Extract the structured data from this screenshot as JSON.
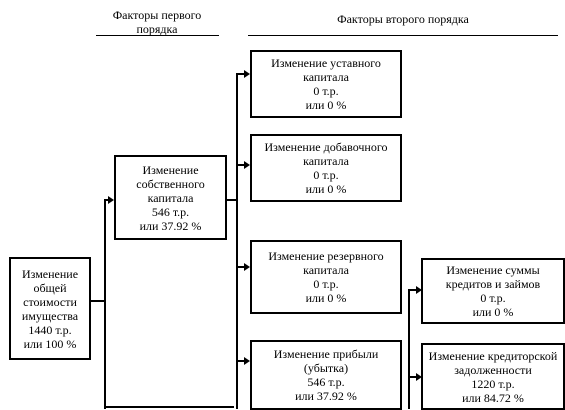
{
  "headers": {
    "first_order": [
      "Факторы первого",
      "порядка"
    ],
    "second_order": "Факторы второго порядка"
  },
  "root": {
    "lines": [
      "Изменение",
      "общей",
      "стоимости",
      "имущества",
      "1440 т.р.",
      "или 100 %"
    ]
  },
  "level1": {
    "equity": {
      "lines": [
        "Изменение",
        "собственного",
        "капитала",
        "546 т.р.",
        "или 37.92 %"
      ]
    }
  },
  "level2": {
    "charter_capital": {
      "lines": [
        "Изменение уставного",
        "капитала",
        "0 т.р.",
        "или 0 %"
      ]
    },
    "additional_capital": {
      "lines": [
        "Изменение добавочного",
        "капитала",
        "0 т.р.",
        "или 0 %"
      ]
    },
    "reserve_capital": {
      "lines": [
        "Изменение резервного",
        "капитала",
        "0 т.р.",
        "или 0 %"
      ]
    },
    "profit": {
      "lines": [
        "Изменение прибыли",
        "(убытка)",
        "546 т.р.",
        "или 37.92 %"
      ]
    },
    "loans": {
      "lines": [
        "Изменение суммы",
        "кредитов и займов",
        "0 т.р.",
        "или 0 %"
      ]
    },
    "payables": {
      "lines": [
        "Изменение кредиторской",
        "задолженности",
        "1220 т.р.",
        "или 84.72 %"
      ]
    }
  }
}
